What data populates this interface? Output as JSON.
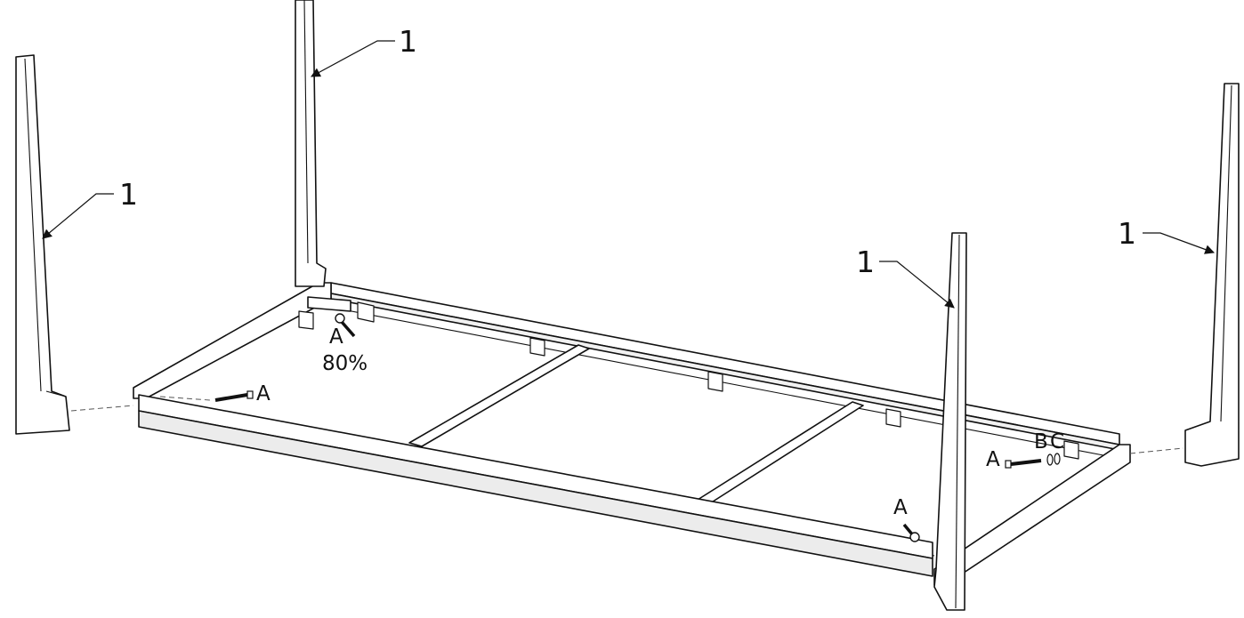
{
  "labels": {
    "leg_number": "1",
    "screw": "A",
    "washer_b": "B",
    "washer_c": "C",
    "torque_note": "80%"
  },
  "colors": {
    "line": "#111111",
    "frame_fill": "#ffffff",
    "shade": "#e6e6e6"
  }
}
